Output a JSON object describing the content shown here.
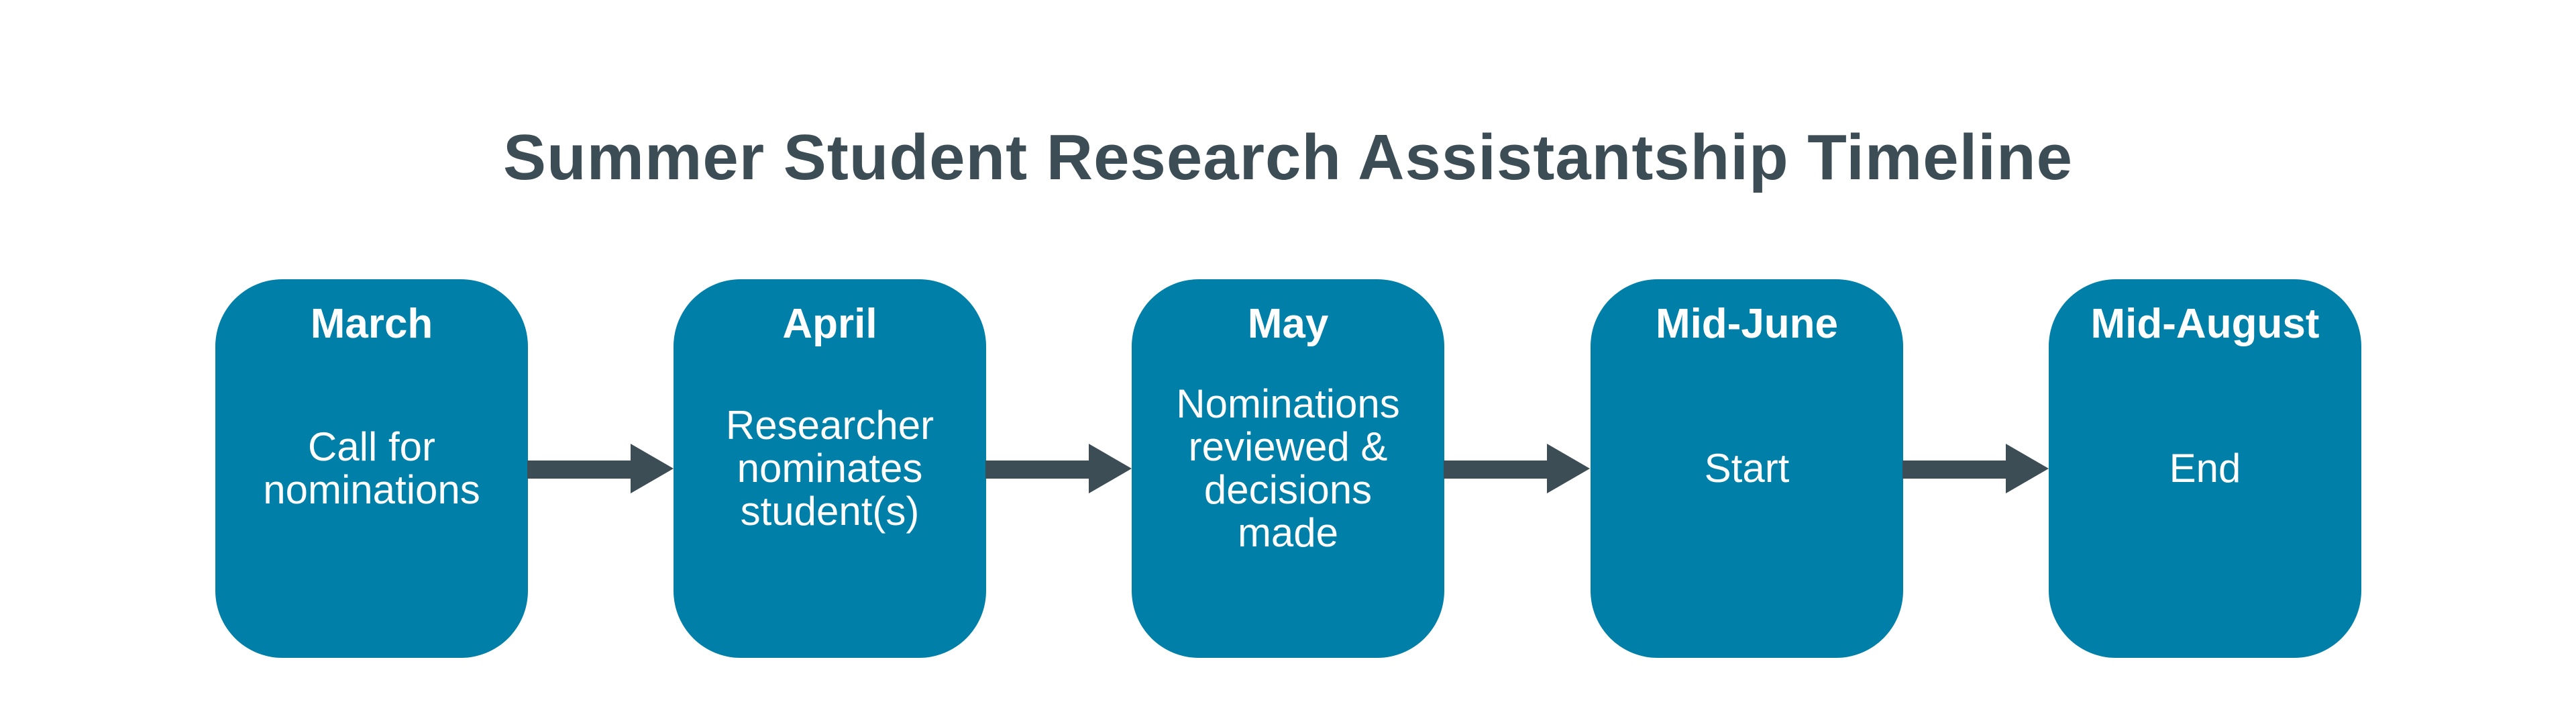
{
  "title": "Summer Student Research Assistantship Timeline",
  "colors": {
    "box": "#0080a8",
    "arrow": "#3d4d56",
    "title": "#3d4d56"
  },
  "steps": [
    {
      "period": "March",
      "lines": [
        "Call for",
        "nominations"
      ]
    },
    {
      "period": "April",
      "lines": [
        "Researcher",
        "nominates",
        "student(s)"
      ]
    },
    {
      "period": "May",
      "lines": [
        "Nominations",
        "reviewed &",
        "decisions",
        "made"
      ]
    },
    {
      "period": "Mid-June",
      "lines": [
        "Start"
      ]
    },
    {
      "period": "Mid-August",
      "lines": [
        "End"
      ]
    }
  ]
}
